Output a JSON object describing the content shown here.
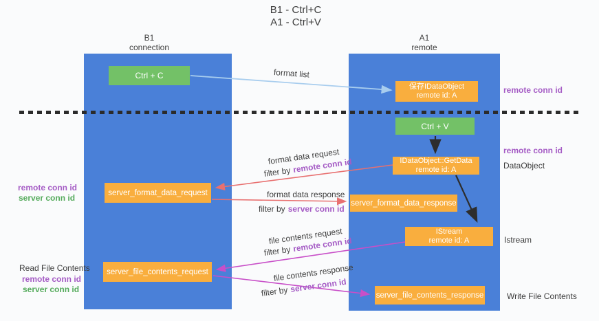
{
  "title": {
    "line1": "B1 - Ctrl+C",
    "line2": "A1 - Ctrl+V"
  },
  "columns": {
    "left": {
      "name": "B1",
      "subtitle": "connection"
    },
    "right": {
      "name": "A1",
      "subtitle": "remote"
    }
  },
  "boxes": {
    "ctrl_c": "Ctrl + C",
    "ctrl_v": "Ctrl + V",
    "save_dataobject": {
      "line1": "保存IDataObject",
      "line2": "remote id: A"
    },
    "getdata": {
      "line1": "IDataObject::GetData",
      "line2": "remote id: A"
    },
    "istream": {
      "line1": "IStream",
      "line2": "remote id: A"
    },
    "server_format_data_request": "server_format_data_request",
    "server_format_data_response": "server_format_data_response",
    "server_file_contents_request": "server_file_contents_request",
    "server_file_contents_response": "server_file_contents_response"
  },
  "edge_labels": {
    "format_list": "format list",
    "format_data_request": "format data request",
    "format_data_response": "format data response",
    "file_contents_request": "file contents request",
    "file_contents_response": "file contents response",
    "filter_by": "filter by",
    "remote_conn_id": "remote conn id",
    "server_conn_id": "server conn id"
  },
  "side_labels": {
    "remote_conn_id": "remote conn id",
    "server_conn_id": "server conn id",
    "read_file_contents": "Read File Contents",
    "dataobject": "DataObject",
    "istream": "Istream",
    "write_file_contents": "Write File Contents"
  },
  "colors": {
    "column_blue": "#4a80d8",
    "box_green": "#73c167",
    "box_orange": "#f9ae3e",
    "purple_text": "#a55cc5",
    "green_text": "#55ab5c",
    "arrow_blue": "#a8cdee",
    "arrow_red": "#e87070",
    "arrow_magenta": "#c84fc8",
    "arrow_black": "#2d2d2d"
  }
}
